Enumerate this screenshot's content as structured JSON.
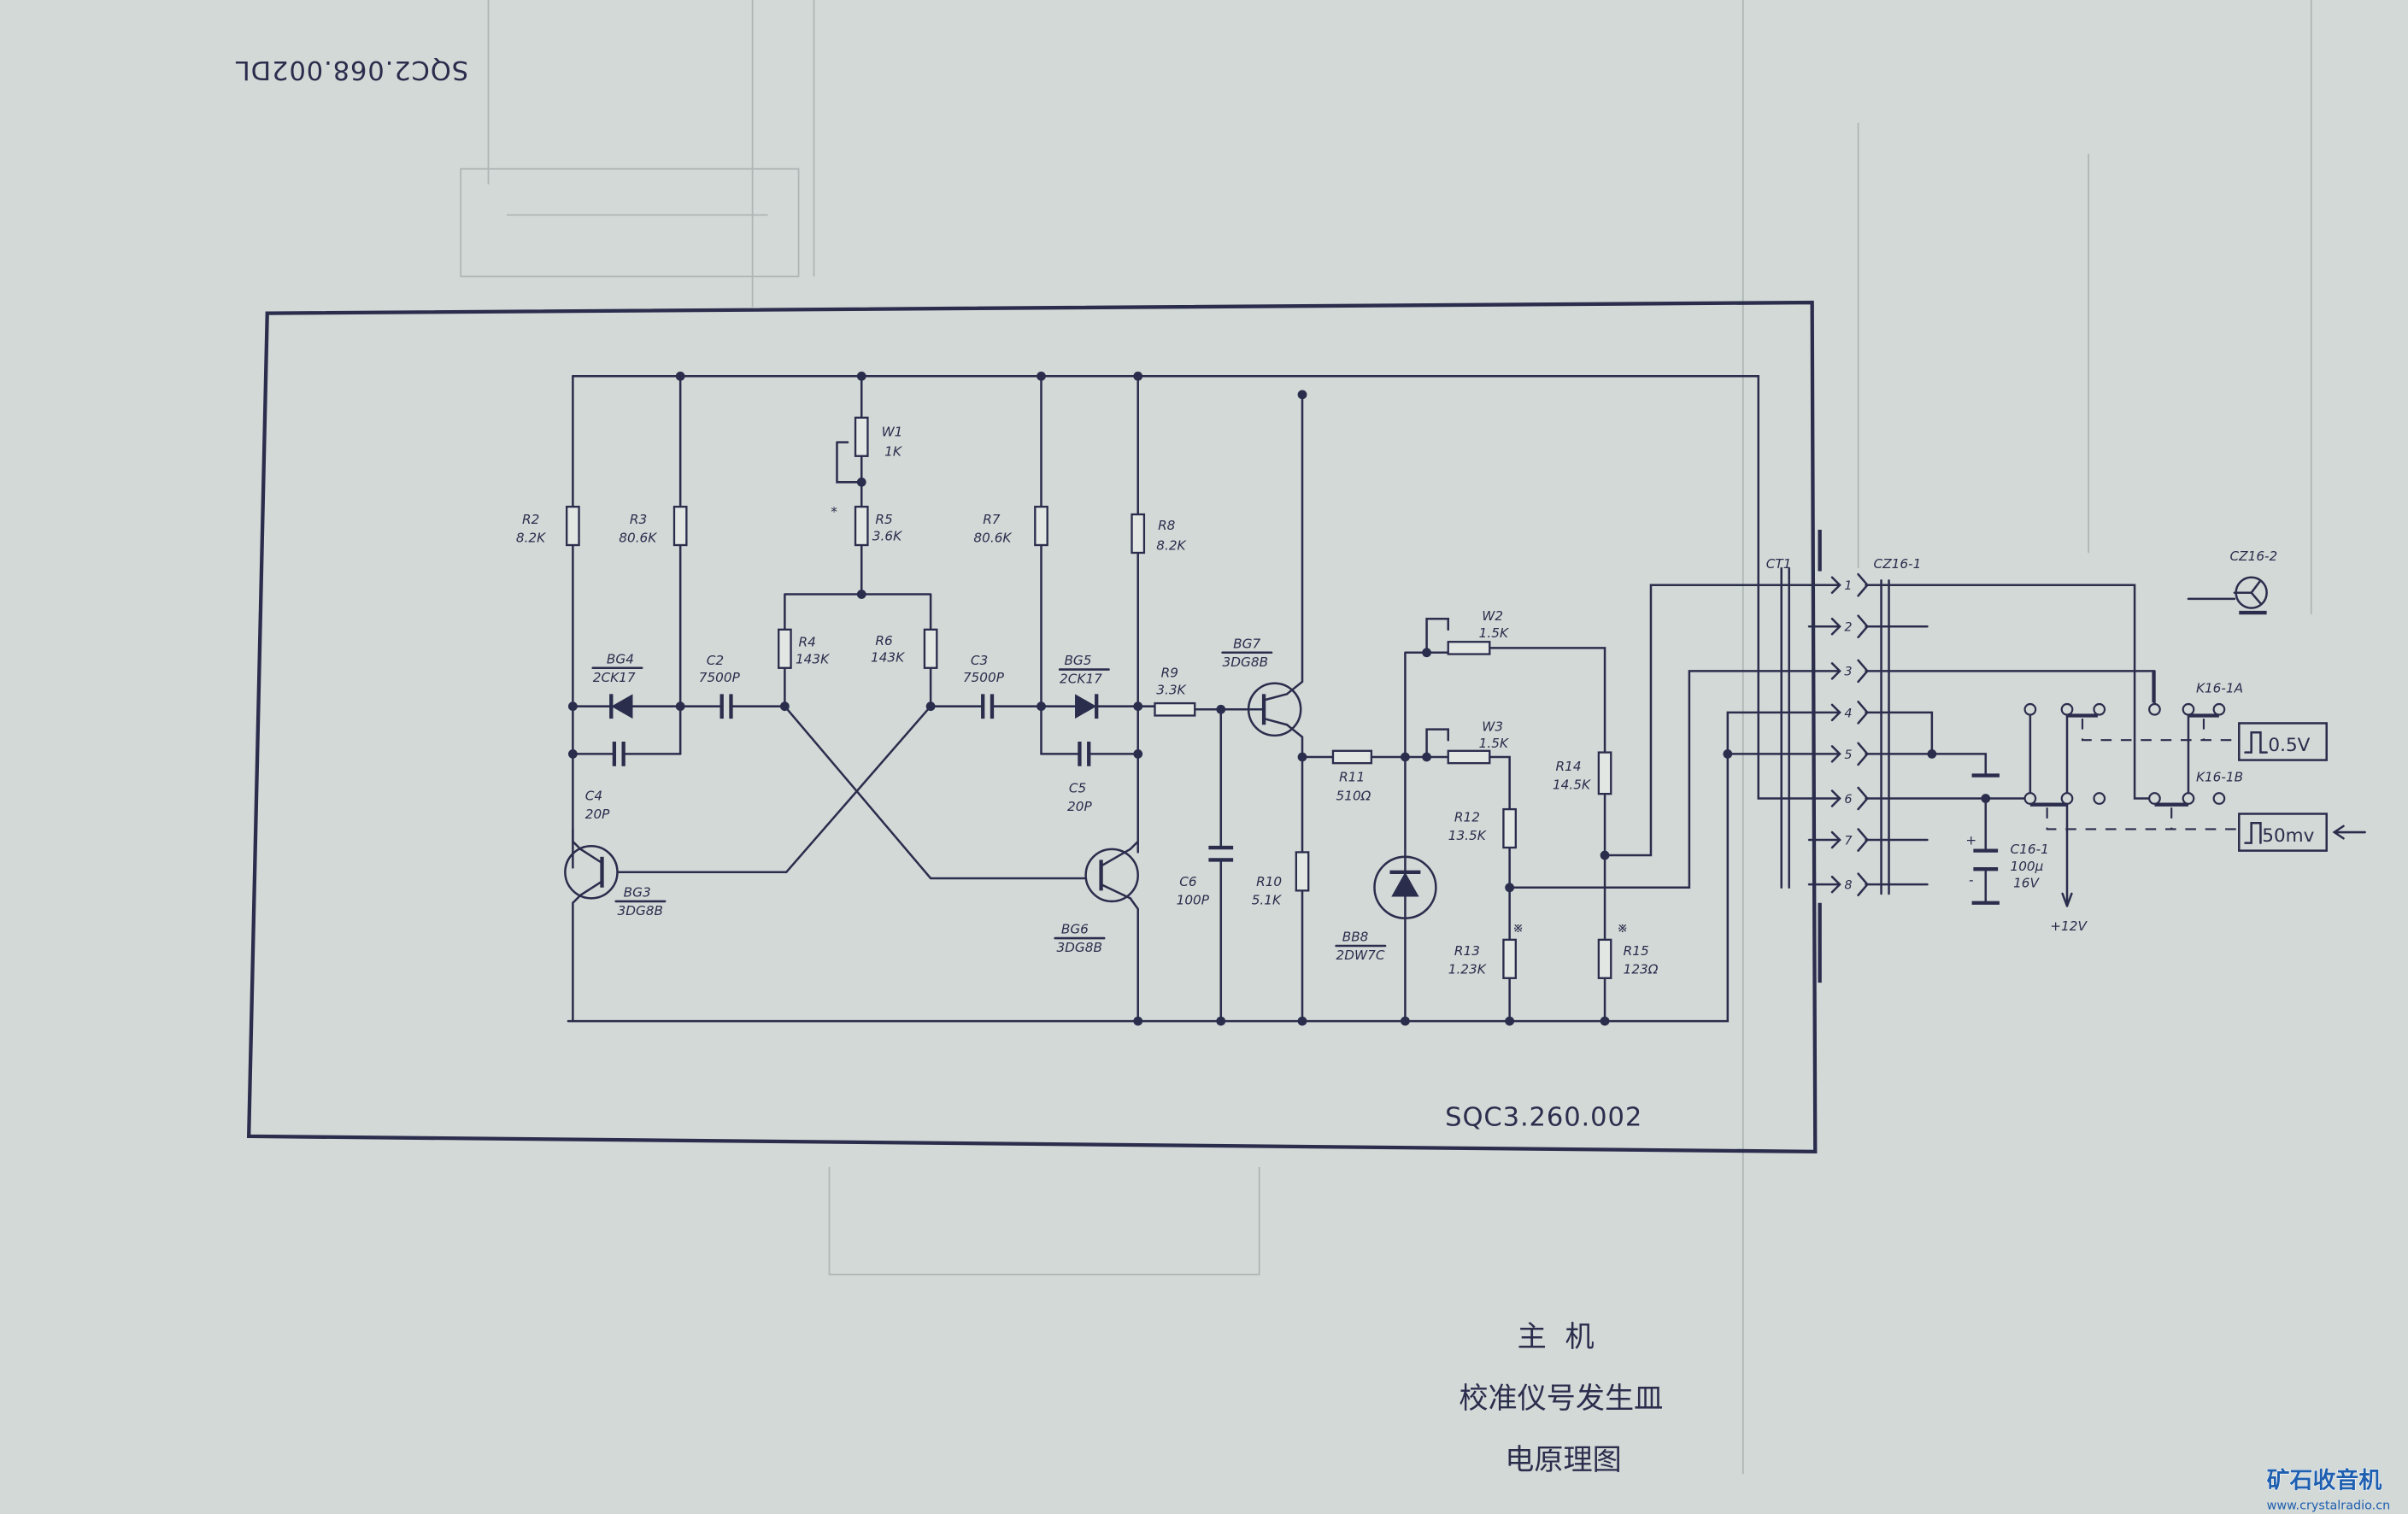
{
  "document": {
    "rotated_header": "SQC2.068.002DL",
    "drawing_number": "SQC3.260.002",
    "title_lines": [
      "主  机",
      "校准仪号发生皿",
      "电原理图"
    ],
    "watermark": {
      "name": "矿石收音机",
      "url": "www.crystalradio.cn"
    }
  },
  "components": {
    "R2": {
      "ref": "R2",
      "value": "8.2K"
    },
    "R3": {
      "ref": "R3",
      "value": "80.6K"
    },
    "W1": {
      "ref": "W1",
      "value": "1K"
    },
    "R5": {
      "ref": "R5",
      "value": "3.6K",
      "mark": "*"
    },
    "R7": {
      "ref": "R7",
      "value": "80.6K"
    },
    "R8": {
      "ref": "R8",
      "value": "8.2K"
    },
    "R4": {
      "ref": "R4",
      "value": "143K"
    },
    "R6": {
      "ref": "R6",
      "value": "143K"
    },
    "BG4": {
      "ref": "BG4",
      "value": "2CK17"
    },
    "C2": {
      "ref": "C2",
      "value": "7500P"
    },
    "C3": {
      "ref": "C3",
      "value": "7500P"
    },
    "BG5": {
      "ref": "BG5",
      "value": "2CK17"
    },
    "R9": {
      "ref": "R9",
      "value": "3.3K"
    },
    "BG7": {
      "ref": "BG7",
      "value": "3DG8B"
    },
    "C4": {
      "ref": "C4",
      "value": "20P"
    },
    "C5": {
      "ref": "C5",
      "value": "20P"
    },
    "BG3": {
      "ref": "BG3",
      "value": "3DG8B"
    },
    "BG6": {
      "ref": "BG6",
      "value": "3DG8B"
    },
    "C6": {
      "ref": "C6",
      "value": "100P"
    },
    "R10": {
      "ref": "R10",
      "value": "5.1K"
    },
    "R11": {
      "ref": "R11",
      "value": "510Ω"
    },
    "BB8": {
      "ref": "BB8",
      "value": "2DW7C"
    },
    "W2": {
      "ref": "W2",
      "value": "1.5K"
    },
    "W3": {
      "ref": "W3",
      "value": "1.5K"
    },
    "R14": {
      "ref": "R14",
      "value": "14.5K"
    },
    "R12": {
      "ref": "R12",
      "value": "13.5K"
    },
    "R13": {
      "ref": "R13",
      "value": "1.23K",
      "mark": "※"
    },
    "R15": {
      "ref": "R15",
      "value": "123Ω",
      "mark": "※"
    },
    "C16_1": {
      "ref": "C16-1",
      "value": "100μ",
      "voltage": "16V",
      "plus": "+",
      "minus": "-"
    }
  },
  "connectors": {
    "CT1": "CT1",
    "CZ16_1": "CZ16-1",
    "CZ16_2": "CZ16-2",
    "pins": [
      "1",
      "2",
      "3",
      "4",
      "5",
      "6",
      "7",
      "8"
    ]
  },
  "switches": {
    "K16_1A": "K16-1A",
    "K16_1B": "K16-1B"
  },
  "outputs": {
    "supply": "+12V",
    "high": "0.5V",
    "low": "50mv"
  },
  "colors": {
    "ink": "#2b2d4d",
    "paper": "#d3d9d6",
    "watermark": "#1f5fb0"
  }
}
